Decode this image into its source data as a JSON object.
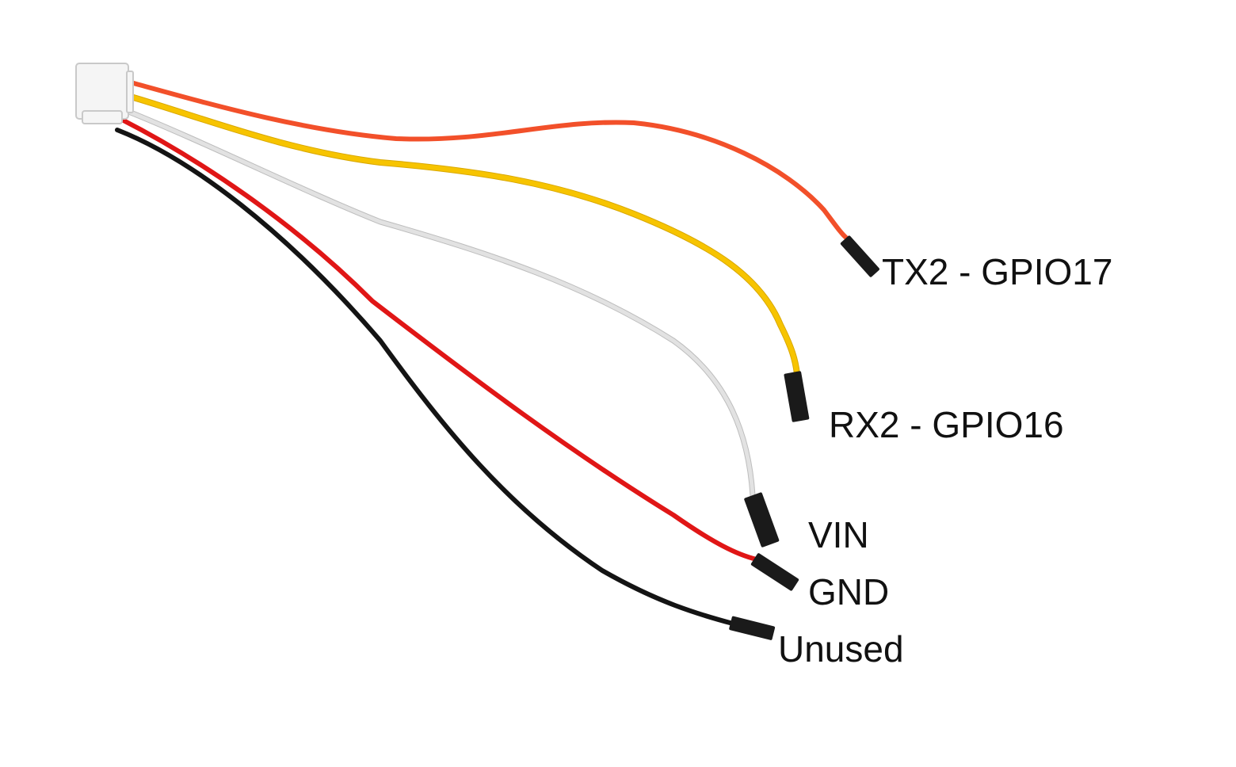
{
  "labels": {
    "tx2": "TX2 - GPIO17",
    "rx2": "RX2 - GPIO16",
    "vin": "VIN",
    "gnd": "GND",
    "unused": "Unused"
  },
  "wires": [
    {
      "id": "tx2",
      "color": "#f2502a"
    },
    {
      "id": "rx2",
      "color": "#f7c400"
    },
    {
      "id": "vin",
      "color": "#e2e2e2"
    },
    {
      "id": "gnd",
      "color": "#e01616"
    },
    {
      "id": "unused",
      "color": "#141414"
    }
  ],
  "colors": {
    "connector_body": "#f5f5f5",
    "connector_outline": "#c9c9c9",
    "dupont_housing": "#1a1a1a"
  }
}
